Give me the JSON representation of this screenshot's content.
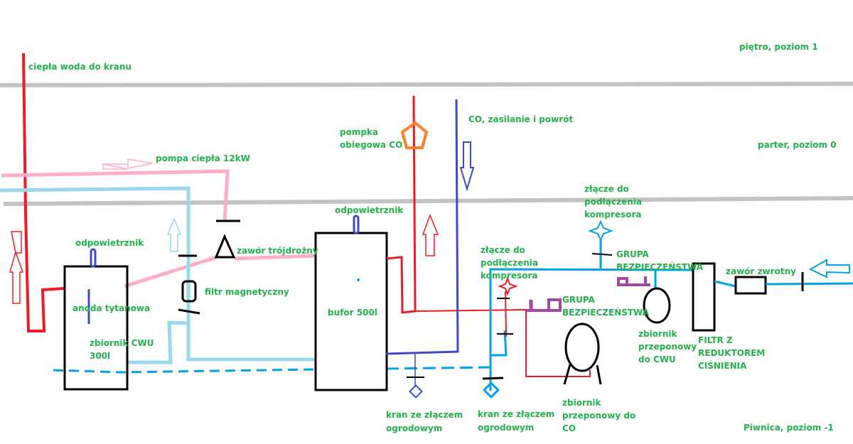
{
  "colors": {
    "floor_line": "#c3c3c3",
    "hot_water": "#ed1c24",
    "heat_pump_supply": "#ffaec9",
    "heat_pump_return": "#99d9ea",
    "cold_water": "#00a2e8",
    "co_return": "#3f48cc",
    "pump": "#ff7f27",
    "safety_group": "#a349a4",
    "label": "#22b14c",
    "outline": "#000000"
  },
  "floors": {
    "upper": "piętro, poziom 1",
    "ground": "parter, poziom 0",
    "basement": "Piwnica,  poziom -1"
  },
  "labels": {
    "hot_tap": "ciepła woda do kranu",
    "heat_pump": "pompa ciepła 12kW",
    "pump_co_1": "pompka",
    "pump_co_2": "obiegowa CO",
    "co_lines": "CO, zasilanie i powrót",
    "vent_cwu": "odpowietrznik",
    "vent_buffer": "odpowietrznik",
    "anode": "anoda tytanowa",
    "cwu_tank_1": "zbiornik CWU",
    "cwu_tank_2": "300l",
    "three_way_valve": "zawór trójdrożny",
    "mag_filter": "filtr magnetyczny",
    "buffer": "bufor 500l",
    "compressor_top_1": "złącze do",
    "compressor_top_2": "podłączenia",
    "compressor_top_3": "kompresora",
    "compressor_mid_1": "złącze do",
    "compressor_mid_2": "podłączenia",
    "compressor_mid_3": "kompresora",
    "safety_top_1": "GRUPA",
    "safety_top_2": "BEZPIECZEŃSTWA",
    "safety_mid_1": "GRUPA",
    "safety_mid_2": "BEZPIECZEŃSTWA",
    "exp_cwu_1": "zbiornik",
    "exp_cwu_2": "przeponowy",
    "exp_cwu_3": "do CWU",
    "filter_reducer_1": "FILTR Z",
    "filter_reducer_2": "REDUKTOREM",
    "filter_reducer_3": "CIŚNIENIA",
    "check_valve": "zawór zwrotny",
    "tap1_1": "kran ze złączem",
    "tap1_2": "ogrodowym",
    "tap2_1": "kran ze złączem",
    "tap2_2": "ogrodowym",
    "exp_co_1": "zbiornik",
    "exp_co_2": "przeponowy do",
    "exp_co_3": "CO"
  }
}
